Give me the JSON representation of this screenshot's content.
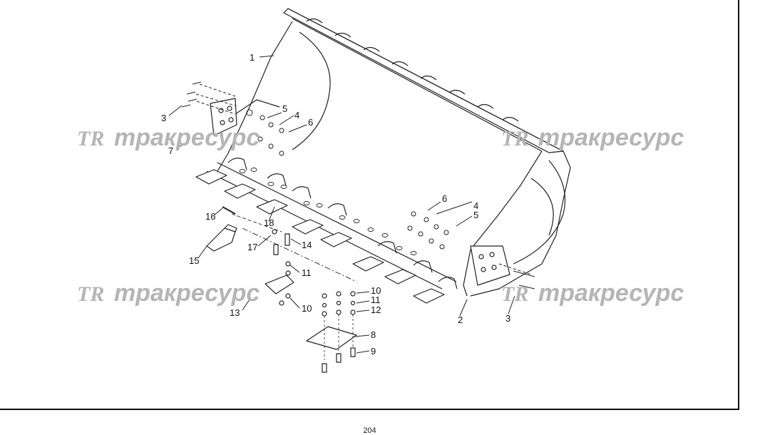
{
  "watermark": {
    "logo": "TR",
    "text": "тракресурс"
  },
  "callouts": {
    "c1": "1",
    "c2": "2",
    "c3a": "3",
    "c3b": "3",
    "c4a": "4",
    "c4b": "4",
    "c5a": "5",
    "c5b": "5",
    "c6a": "6",
    "c6b": "6",
    "c7": "7",
    "c8": "8",
    "c9": "9",
    "c10a": "10",
    "c10b": "10",
    "c11a": "11",
    "c11b": "11",
    "c12": "12",
    "c13": "13",
    "c14": "14",
    "c15": "15",
    "c16": "16",
    "c17": "17",
    "c18": "18"
  },
  "page_number": "204"
}
